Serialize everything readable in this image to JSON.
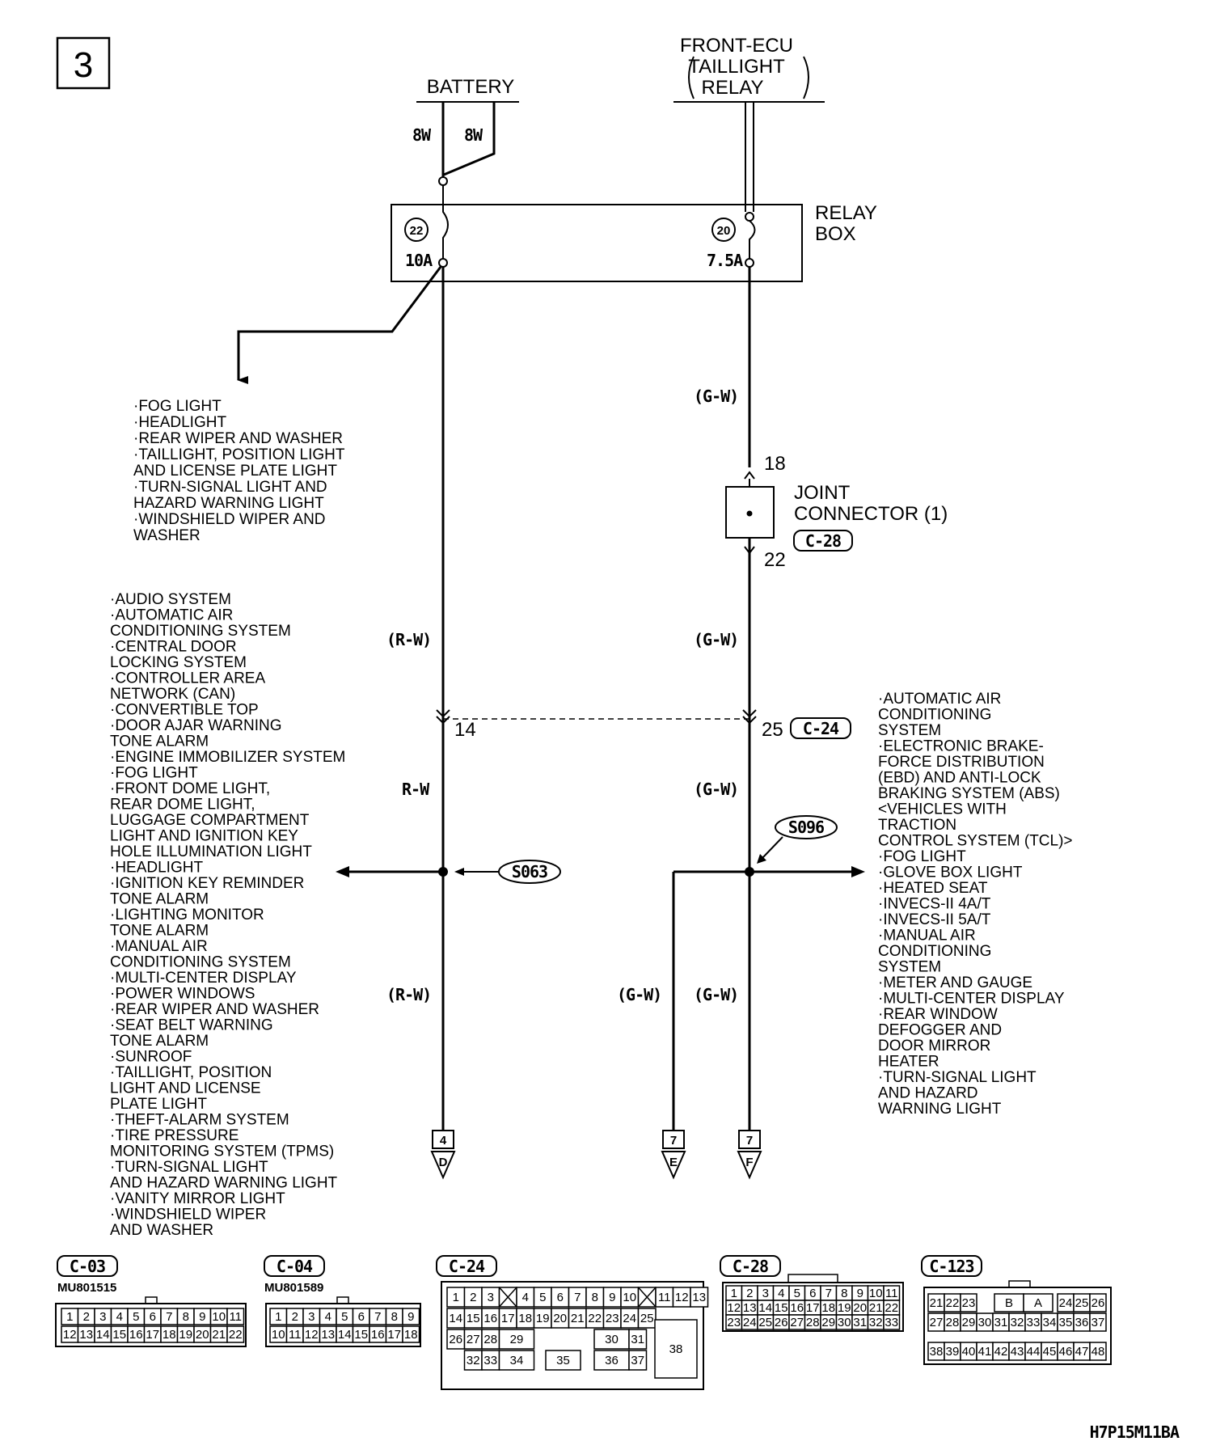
{
  "page_number": "3",
  "drawing_code": "H7P15M11BA",
  "sources": {
    "battery": "BATTERY",
    "battery_wires": [
      "8W",
      "8W"
    ],
    "front_ecu": [
      "FRONT-ECU",
      "TAILLIGHT",
      "RELAY"
    ]
  },
  "relay_box": {
    "label": [
      "RELAY",
      "BOX"
    ],
    "fuses": [
      {
        "number": "22",
        "rating": "10A"
      },
      {
        "number": "20",
        "rating": "7.5A"
      }
    ]
  },
  "joint_connector": {
    "label": [
      "JOINT",
      "CONNECTOR (1)"
    ],
    "connector": "C-28",
    "pin_in": "18",
    "pin_out": "22"
  },
  "intermediate_connector": {
    "connector": "C-24",
    "pin_left": "14",
    "pin_right": "25"
  },
  "splices": [
    "S063",
    "S096"
  ],
  "wire_colors": {
    "gw_paren": "(G-W)",
    "rw_paren": "(R-W)",
    "rw": "R-W"
  },
  "outputs": [
    {
      "page": "4",
      "letter": "D"
    },
    {
      "page": "7",
      "letter": "E"
    },
    {
      "page": "7",
      "letter": "F"
    }
  ],
  "list_top": [
    "·FOG LIGHT",
    "·HEADLIGHT",
    "·REAR WIPER AND WASHER",
    "·TAILLIGHT, POSITION LIGHT",
    " AND LICENSE PLATE LIGHT",
    "·TURN-SIGNAL LIGHT AND",
    " HAZARD WARNING LIGHT",
    "·WINDSHIELD WIPER AND",
    " WASHER"
  ],
  "list_left": [
    "·AUDIO SYSTEM",
    "·AUTOMATIC AIR",
    " CONDITIONING SYSTEM",
    "·CENTRAL DOOR",
    " LOCKING SYSTEM",
    "·CONTROLLER AREA",
    " NETWORK (CAN)",
    "·CONVERTIBLE TOP",
    "·DOOR AJAR WARNING",
    " TONE ALARM",
    "·ENGINE IMMOBILIZER SYSTEM",
    "·FOG LIGHT",
    "·FRONT DOME LIGHT,",
    " REAR DOME LIGHT,",
    " LUGGAGE COMPARTMENT",
    " LIGHT AND IGNITION KEY",
    " HOLE ILLUMINATION LIGHT",
    "·HEADLIGHT",
    "·IGNITION KEY REMINDER",
    " TONE ALARM",
    "·LIGHTING MONITOR",
    " TONE ALARM",
    "·MANUAL AIR",
    " CONDITIONING SYSTEM",
    "·MULTI-CENTER DISPLAY",
    "·POWER WINDOWS",
    "·REAR WIPER AND WASHER",
    "·SEAT BELT WARNING",
    " TONE ALARM",
    "·SUNROOF",
    "·TAILLIGHT, POSITION",
    " LIGHT AND LICENSE",
    " PLATE LIGHT",
    "·THEFT-ALARM SYSTEM",
    "·TIRE PRESSURE",
    " MONITORING SYSTEM (TPMS)",
    "·TURN-SIGNAL LIGHT",
    " AND HAZARD WARNING LIGHT",
    "·VANITY MIRROR LIGHT",
    "·WINDSHIELD WIPER",
    " AND WASHER"
  ],
  "list_right": [
    "·AUTOMATIC AIR",
    " CONDITIONING",
    " SYSTEM",
    "·ELECTRONIC BRAKE-",
    " FORCE DISTRIBUTION",
    " (EBD) AND ANTI-LOCK",
    " BRAKING SYSTEM (ABS)",
    " <VEHICLES WITH",
    " TRACTION",
    " CONTROL SYSTEM (TCL)>",
    "·FOG LIGHT",
    "·GLOVE BOX LIGHT",
    "·HEATED SEAT",
    "·INVECS-II 4A/T",
    "·INVECS-II 5A/T",
    "·MANUAL AIR",
    " CONDITIONING",
    " SYSTEM",
    "·METER AND GAUGE",
    "·MULTI-CENTER DISPLAY",
    "·REAR WINDOW",
    " DEFOGGER AND",
    " DOOR MIRROR",
    " HEATER",
    "·TURN-SIGNAL LIGHT",
    " AND HAZARD",
    " WARNING LIGHT"
  ],
  "connectors": {
    "c03": {
      "name": "C-03",
      "part": "MU801515",
      "row1": [
        "1",
        "2",
        "3",
        "4",
        "5",
        "6",
        "7",
        "8",
        "9",
        "10",
        "11"
      ],
      "row2": [
        "12",
        "13",
        "14",
        "15",
        "16",
        "17",
        "18",
        "19",
        "20",
        "21",
        "22"
      ]
    },
    "c04": {
      "name": "C-04",
      "part": "MU801589",
      "row1": [
        "1",
        "2",
        "3",
        "4",
        "5",
        "6",
        "7",
        "8",
        "9"
      ],
      "row2": [
        "10",
        "11",
        "12",
        "13",
        "14",
        "15",
        "16",
        "17",
        "18"
      ]
    },
    "c24": {
      "name": "C-24",
      "row1": [
        "1",
        "2",
        "3",
        "4",
        "5",
        "6",
        "7",
        "8",
        "9",
        "10",
        "11",
        "12",
        "13"
      ],
      "row2": [
        "14",
        "15",
        "16",
        "17",
        "18",
        "19",
        "20",
        "21",
        "22",
        "23",
        "24",
        "25"
      ],
      "row3": [
        "26",
        "27",
        "28",
        "29",
        "30",
        "31",
        "38"
      ],
      "row4": [
        "32",
        "33",
        "34",
        "35",
        "36",
        "37"
      ]
    },
    "c28": {
      "name": "C-28",
      "row1": [
        "1",
        "2",
        "3",
        "4",
        "5",
        "6",
        "7",
        "8",
        "9",
        "10",
        "11"
      ],
      "row2": [
        "12",
        "13",
        "14",
        "15",
        "16",
        "17",
        "18",
        "19",
        "20",
        "21",
        "22"
      ],
      "row3": [
        "23",
        "24",
        "25",
        "26",
        "27",
        "28",
        "29",
        "30",
        "31",
        "32",
        "33"
      ]
    },
    "c123": {
      "name": "C-123",
      "row1": [
        "21",
        "22",
        "23",
        "B",
        "A",
        "24",
        "25",
        "26"
      ],
      "row2": [
        "27",
        "28",
        "29",
        "30",
        "31",
        "32",
        "33",
        "34",
        "35",
        "36",
        "37"
      ],
      "row3": [
        "38",
        "39",
        "40",
        "41",
        "42",
        "43",
        "44",
        "45",
        "46",
        "47",
        "48"
      ]
    }
  }
}
